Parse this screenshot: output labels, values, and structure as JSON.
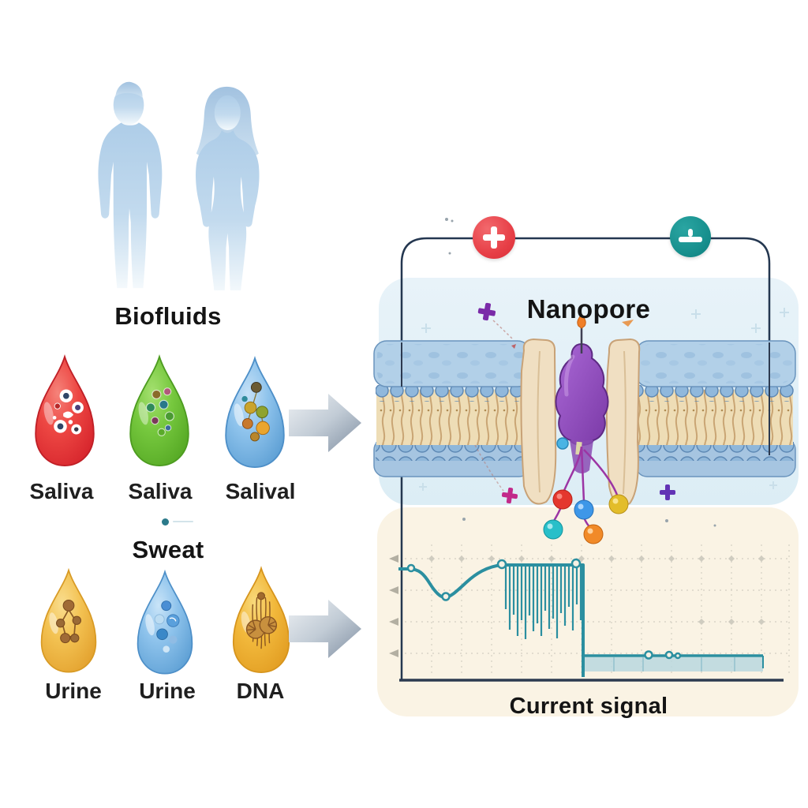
{
  "diagram": {
    "left": {
      "biofluids_title": "Biofluids",
      "sweat_title": "Sweat",
      "row1": [
        {
          "label": "Saliva",
          "drop_color": "#ed4743",
          "icon": "blood-cells-droplet"
        },
        {
          "label": "Saliva",
          "drop_color": "#76c83e",
          "icon": "microbes-droplet"
        },
        {
          "label": "Salival",
          "drop_color": "#8ec3ec",
          "icon": "molecule-cluster-droplet"
        }
      ],
      "row2": [
        {
          "label": "Urine",
          "drop_color": "#f3c252",
          "icon": "metabolite-droplet"
        },
        {
          "label": "Urine",
          "drop_color": "#8ec3ec",
          "icon": "hydration-droplet"
        },
        {
          "label": "DNA",
          "drop_color": "#f2b93c",
          "icon": "dna-fiber-droplet"
        }
      ],
      "silhouette_color": "#b7d1e8",
      "arrow_color": "#8a97a8"
    },
    "right": {
      "nanopore_title": "Nanopore",
      "current_signal_label": "Current signal",
      "positive_symbol": "+",
      "negative_symbol": "−",
      "colors": {
        "positive_electrode": "#e8434a",
        "negative_electrode": "#1d8f8f",
        "wire": "#243750",
        "membrane_panel": "#e3f0f7",
        "signal_panel": "#faf3e4",
        "lipid_heads": "#90b8dc",
        "lipid_tails": "#eeddb6",
        "pore_protein": "#8e4fc0",
        "pore_walls": "#f0dfc2",
        "trace": "#2b8fa0",
        "ion_plus_magenta": "#c22a8a",
        "ion_plus_purple": "#6233b5"
      }
    }
  }
}
